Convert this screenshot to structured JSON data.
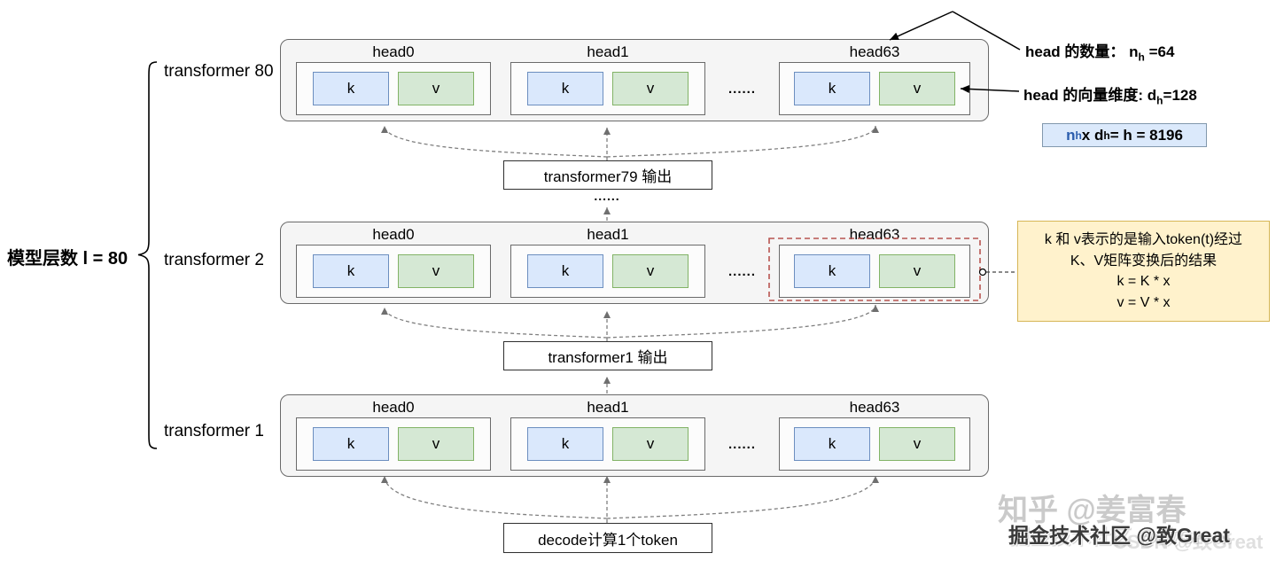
{
  "left": {
    "brace_label": "模型层数 l = 80"
  },
  "rows": [
    {
      "label": "transformer 80",
      "dots": "......",
      "heads": [
        {
          "title": "head0",
          "k": "k",
          "v": "v"
        },
        {
          "title": "head1",
          "k": "k",
          "v": "v"
        },
        {
          "title": "head63",
          "k": "k",
          "v": "v"
        }
      ]
    },
    {
      "label": "transformer 2",
      "dots": "......",
      "heads": [
        {
          "title": "head0",
          "k": "k",
          "v": "v"
        },
        {
          "title": "head1",
          "k": "k",
          "v": "v"
        },
        {
          "title": "head63",
          "k": "k",
          "v": "v"
        }
      ]
    },
    {
      "label": "transformer 1",
      "dots": "......",
      "heads": [
        {
          "title": "head0",
          "k": "k",
          "v": "v"
        },
        {
          "title": "head1",
          "k": "k",
          "v": "v"
        },
        {
          "title": "head63",
          "k": "k",
          "v": "v"
        }
      ]
    }
  ],
  "flow": {
    "t79_output": "transformer79 输出",
    "ellipsis": "......",
    "t1_output": "transformer1 输出",
    "decode": "decode计算1个token"
  },
  "annotations": {
    "head_count": {
      "p1": "head 的数量： n",
      "s1": "h",
      "p2": " =64"
    },
    "head_dim": {
      "p1": "head 的向量维度: d",
      "s1": "h",
      "p2": "=128"
    },
    "formula": {
      "p1": "n",
      "s1": "h",
      "p2": " x d",
      "s2": "h",
      "p3": " = h = 8196"
    },
    "note": {
      "l1": "k 和 v表示的是输入token(t)经过",
      "l2": "K、V矩阵变换后的结果",
      "l3": "k = K * x",
      "l4": "v = V * x"
    }
  },
  "watermarks": {
    "zhihu": "知乎 @姜富春",
    "juejin": "掘金技术社区 @致Great",
    "csdn": "CSDN @致Great"
  },
  "colors": {
    "k_fill": "#dae8fc",
    "k_border": "#6c8ebf",
    "v_fill": "#d5e8d4",
    "v_border": "#82b366",
    "row_fill": "#f5f5f5",
    "row_border": "#6a6a6a",
    "note_fill": "#fff2cc",
    "note_border": "#d6b656",
    "formula_fill": "#dbe9fb",
    "formula_accent": "#2b5dad",
    "red_dashed": "#b85450"
  }
}
